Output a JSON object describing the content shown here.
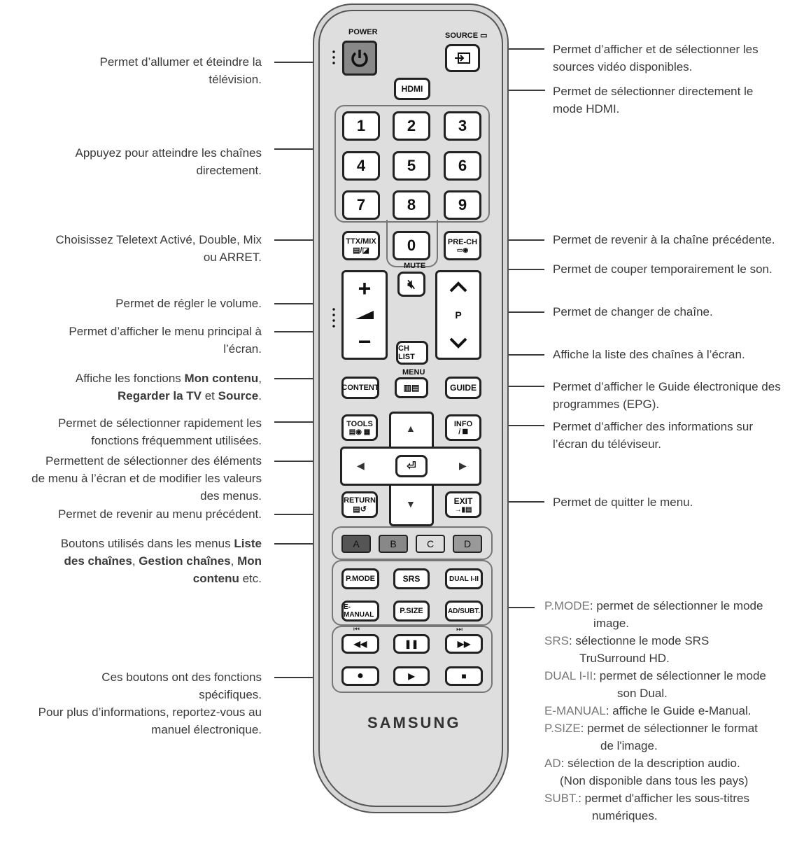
{
  "left_labels": {
    "power": [
      "Permet d’allumer et éteindre la",
      "télévision."
    ],
    "numbers": [
      "Appuyez pour atteindre les chaînes",
      "directement."
    ],
    "ttx": [
      "Choisissez Teletext Activé, Double, Mix",
      "ou ARRET."
    ],
    "volume": "Permet de régler le volume.",
    "menu": [
      "Permet d’afficher le menu principal à",
      "l’écran."
    ],
    "content_prefix": "Affiche les fonctions ",
    "content_b1": "Mon contenu",
    "content_sep": ",",
    "content_b2": "Regarder la TV",
    "content_mid": " et ",
    "content_b3": "Source",
    "content_end": ".",
    "tools": [
      "Permet de sélectionner rapidement les",
      "fonctions fréquemment utilisées."
    ],
    "arrows": [
      "Permettent de sélectionner des éléments",
      "de menu à l’écran et de modifier les valeurs",
      "des menus."
    ],
    "return": "Permet de revenir au menu précédent.",
    "color_prefix": "Boutons utilisés dans les menus ",
    "color_b1": "Liste",
    "color_b1b": "des chaînes",
    "color_sep1": ", ",
    "color_b2": "Gestion chaînes",
    "color_sep2": ", ",
    "color_b3": "Mon",
    "color_b3b": "contenu",
    "color_end": " etc.",
    "media": [
      "Ces boutons ont des fonctions",
      "spécifiques.",
      "Pour plus d’informations, reportez-vous au",
      "manuel électronique."
    ]
  },
  "right_labels": {
    "source": [
      "Permet d’afficher et de sélectionner les",
      "sources vidéo disponibles."
    ],
    "hdmi": [
      "Permet de sélectionner directement le",
      "mode HDMI."
    ],
    "prech": "Permet de revenir à la chaîne précédente.",
    "mute": "Permet de couper temporairement le son.",
    "channel": "Permet de changer de chaîne.",
    "chlist": "Affiche la liste des chaînes à l’écran.",
    "guide": [
      "Permet d’afficher le Guide électronique des",
      "programmes (EPG)."
    ],
    "info": [
      "Permet d’afficher des informations sur",
      "l’écran du téléviseur."
    ],
    "exit": "Permet de quitter le menu.",
    "pmode_key": "P.MODE",
    "pmode_text": ": permet de sélectionner le mode",
    "pmode_cont": "image.",
    "srs_key": "SRS",
    "srs_text": ": sélectionne le mode SRS",
    "srs_cont": "TruSurround HD.",
    "dual_key": "DUAL I-II",
    "dual_text": ": permet de sélectionner le mode",
    "dual_cont": "son Dual.",
    "emanual_key": "E-MANUAL",
    "emanual_text": ": affiche le Guide e-Manual.",
    "psize_key": "P.SIZE",
    "psize_text": ": permet de sélectionner le format",
    "psize_cont": "de l'image.",
    "ad_key": "AD",
    "ad_text": ": sélection de la description audio.",
    "ad_cont": "(Non disponible dans tous les pays)",
    "subt_key": "SUBT.",
    "subt_text": ": permet d'afficher les sous-titres",
    "subt_cont": "numériques."
  },
  "remote": {
    "power_label": "POWER",
    "source_label": "SOURCE",
    "hdmi": "HDMI",
    "digits": [
      "1",
      "2",
      "3",
      "4",
      "5",
      "6",
      "7",
      "8",
      "9",
      "0"
    ],
    "ttx_top": "TTX/MIX",
    "prech": "PRE-CH",
    "mute_label": "MUTE",
    "vol_plus": "+",
    "vol_minus": "−",
    "ch_p": "P",
    "chlist": "CH LIST",
    "menu_label": "MENU",
    "content": "CONTENT",
    "guide": "GUIDE",
    "tools": "TOOLS",
    "info": "INFO",
    "return": "RETURN",
    "exit": "EXIT",
    "colors": [
      "A",
      "B",
      "C",
      "D"
    ],
    "pmode": "P.MODE",
    "srs": "SRS",
    "dual": "DUAL I-II",
    "emanual": "E-MANUAL",
    "psize": "P.SIZE",
    "adsubt": "AD/SUBT.",
    "brand": "SAMSUNG"
  },
  "colors": {
    "key_gray": "#777777",
    "text": "#3a3a3a",
    "btn_dark": "#555555",
    "btn_mid": "#888888",
    "btn_light": "#dddddd"
  }
}
